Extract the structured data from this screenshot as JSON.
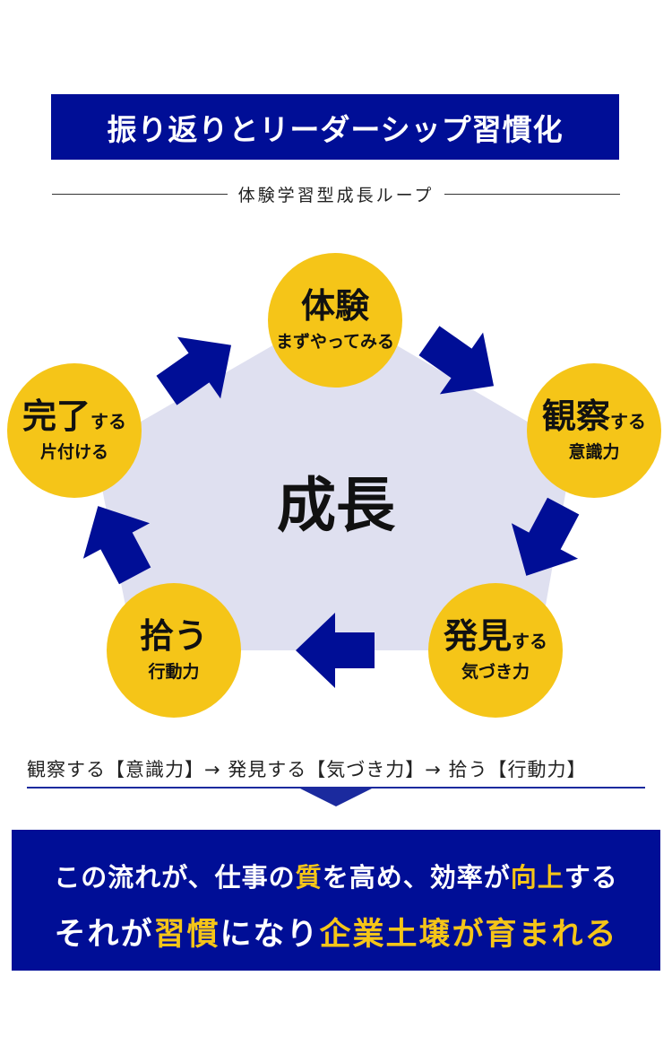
{
  "title": "振り返りとリーダーシップ習慣化",
  "subtitle": "体験学習型成長ループ",
  "center": "成長",
  "colors": {
    "navy": "#000e96",
    "yellow": "#f5c518",
    "pentagon": "#dfe0f0"
  },
  "nodes": [
    {
      "main": "体験",
      "suffix": "",
      "sub": "まずやってみる"
    },
    {
      "main": "観察",
      "suffix": "する",
      "sub": "意識力"
    },
    {
      "main": "発見",
      "suffix": "する",
      "sub": "気づき力"
    },
    {
      "main": "拾う",
      "suffix": "",
      "sub": "行動力"
    },
    {
      "main": "完了",
      "suffix": "する",
      "sub": "片付ける"
    }
  ],
  "flow_text": "観察する【意識力】→ 発見する【気づき力】→ 拾う【行動力】",
  "summary": {
    "line1": [
      "この流れが、仕事の",
      "質",
      "を高め、効率が",
      "向上",
      "する"
    ],
    "line2": [
      "それが",
      "習慣",
      "になり",
      "企業土壌が育まれる"
    ]
  }
}
